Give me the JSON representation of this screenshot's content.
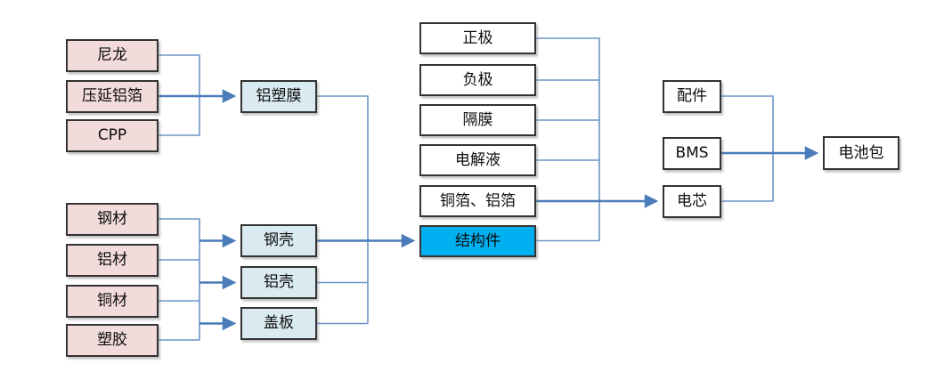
{
  "diagram_title": "",
  "nodes": {
    "nylon": {
      "label": "尼龙",
      "type": "raw-material"
    },
    "rolled_foil": {
      "label": "压延铝箔",
      "type": "raw-material"
    },
    "cpp": {
      "label": "CPP",
      "type": "raw-material"
    },
    "steel": {
      "label": "钢材",
      "type": "raw-material"
    },
    "aluminum": {
      "label": "铝材",
      "type": "raw-material"
    },
    "copper": {
      "label": "铜材",
      "type": "raw-material"
    },
    "plastic": {
      "label": "塑胶",
      "type": "raw-material"
    },
    "alu_plastic_film": {
      "label": "铝塑膜",
      "type": "component"
    },
    "steel_shell": {
      "label": "钢壳",
      "type": "component"
    },
    "alu_shell": {
      "label": "铝壳",
      "type": "component"
    },
    "cover_plate": {
      "label": "盖板",
      "type": "component"
    },
    "cathode": {
      "label": "正极",
      "type": "cell-material"
    },
    "anode": {
      "label": "负极",
      "type": "cell-material"
    },
    "separator": {
      "label": "隔膜",
      "type": "cell-material"
    },
    "electrolyte": {
      "label": "电解液",
      "type": "cell-material"
    },
    "foils": {
      "label": "铜箔、铝箔",
      "type": "cell-material"
    },
    "structural": {
      "label": "结构件",
      "type": "highlighted"
    },
    "accessories": {
      "label": "配件",
      "type": "pack-material"
    },
    "bms": {
      "label": "BMS",
      "type": "pack-material"
    },
    "cell": {
      "label": "电芯",
      "type": "pack-material"
    },
    "battery_pack": {
      "label": "电池包",
      "type": "final-product"
    }
  },
  "edges": [
    {
      "from": [
        "尼龙",
        "压延铝箔",
        "CPP"
      ],
      "to": [
        "铝塑膜"
      ]
    },
    {
      "from": [
        "钢材",
        "铝材",
        "铜材",
        "塑胶"
      ],
      "to": [
        "钢壳",
        "铝壳",
        "盖板"
      ]
    },
    {
      "from": [
        "铝塑膜",
        "钢壳",
        "铝壳",
        "盖板"
      ],
      "to": [
        "结构件"
      ]
    },
    {
      "from": [
        "正极",
        "负极",
        "隔膜",
        "电解液",
        "铜箔、铝箔",
        "结构件"
      ],
      "to": [
        "电芯"
      ]
    },
    {
      "from": [
        "配件",
        "BMS",
        "电芯"
      ],
      "to": [
        "电池包"
      ]
    }
  ],
  "colors": {
    "material_fill": "#f2dcdb",
    "component_fill": "#daeaf1",
    "highlight_fill": "#00b0f0",
    "plain_fill": "#ffffff",
    "border": "#333333",
    "connector_line": "#6b94c8",
    "arrow_line": "#4a7cba"
  }
}
